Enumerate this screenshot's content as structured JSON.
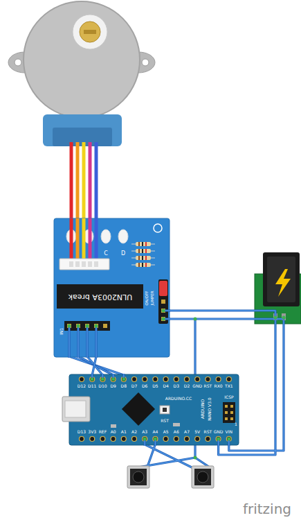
{
  "diagram": {
    "nodes": [
      {
        "text": [
          "ON/OFF",
          "JUMPER"
        ]
      },
      {
        "text": [
          "ULN2003A break"
        ],
        "in": 0
      },
      {
        "text": [
          "ARDUINO.CC",
          "ARDUINO",
          "NANO V3.0"
        ]
      }
    ],
    "edges": [
      {
        "from": 0,
        "to": 2,
        "arrow": "none"
      },
      {
        "from": 0,
        "to": 2,
        "arrow": "none"
      },
      {
        "from": 0,
        "to": 2,
        "arrow": "none"
      },
      {
        "from": 0,
        "to": 2,
        "arrow": "none"
      }
    ],
    "labels": [
      "C",
      "D",
      "IN1",
      "D12",
      "D11",
      "D10",
      "D9",
      "D8",
      "D7",
      "D6",
      "D5",
      "D4",
      "D3",
      "D2",
      "GND",
      "RST",
      "RX0",
      "TX1",
      "D13",
      "3V3",
      "REF",
      "A0",
      "A1",
      "A2",
      "A3",
      "A4",
      "A5",
      "A6",
      "A7",
      "5V",
      "RST",
      "GND",
      "VIN",
      "ICSP",
      "RST",
      "1",
      "fritzing"
    ]
  }
}
